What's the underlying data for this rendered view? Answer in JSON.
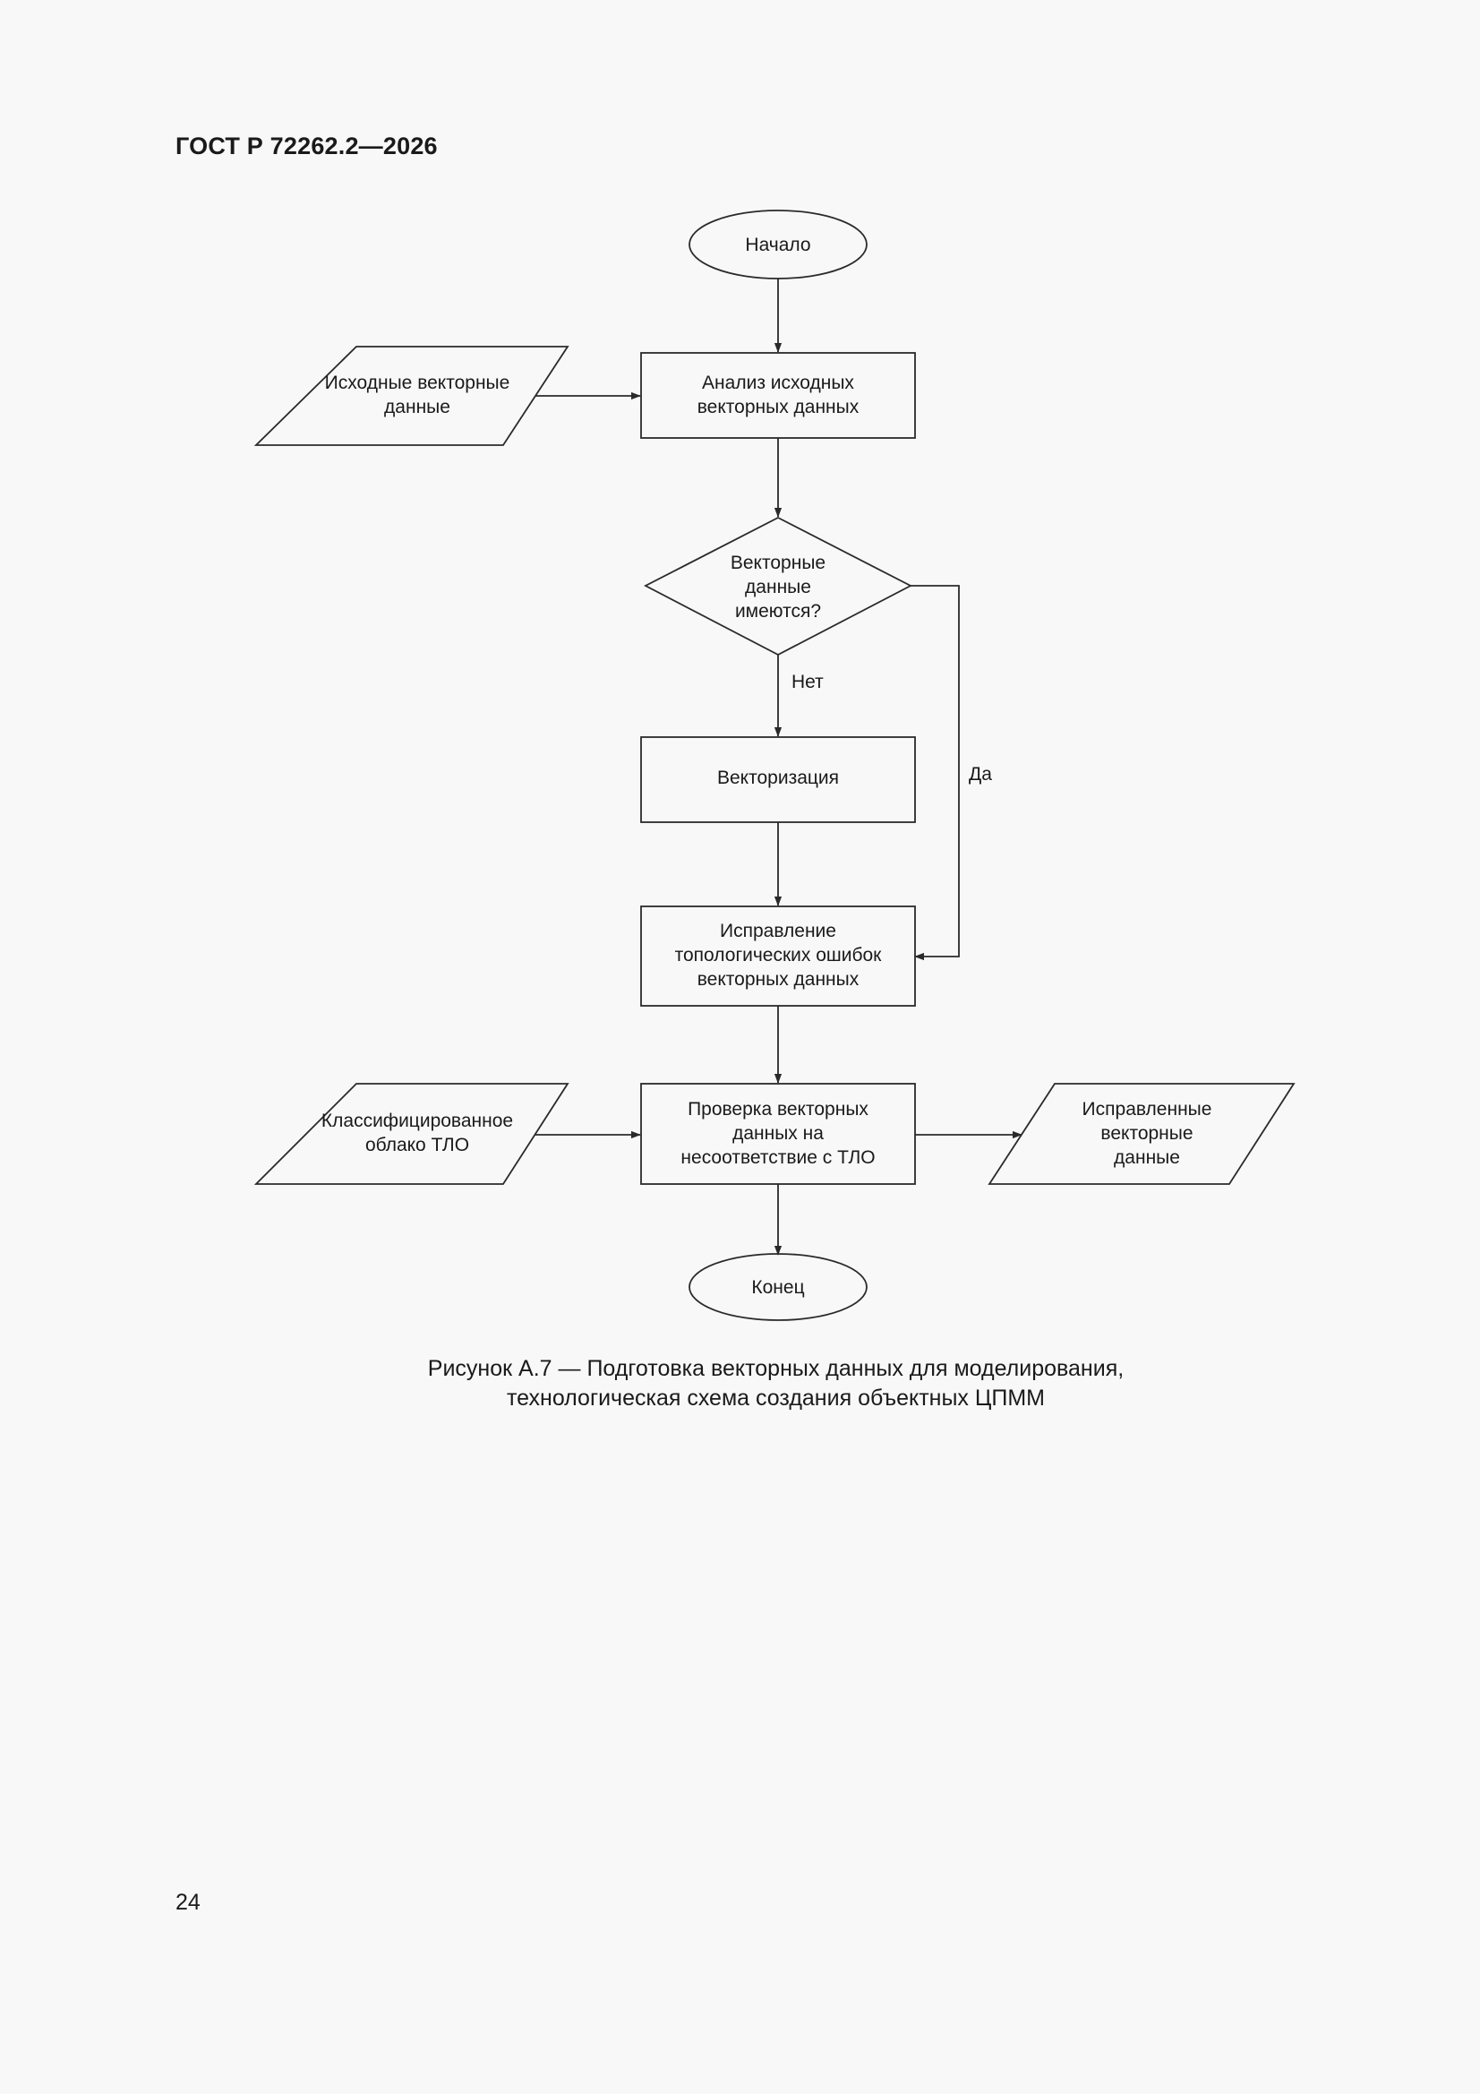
{
  "document": {
    "header": "ГОСТ Р 72262.2—2026",
    "page_number": "24",
    "caption_line1": "Рисунок А.7 — Подготовка векторных данных для моделирования,",
    "caption_line2": "технологическая схема создания объектных ЦПММ"
  },
  "flowchart": {
    "start": "Начало",
    "input_vector": [
      "Исходные векторные",
      "данные"
    ],
    "analysis": [
      "Анализ исходных",
      "векторных данных"
    ],
    "decision": [
      "Векторные",
      "данные",
      "имеются?"
    ],
    "label_no": "Нет",
    "label_yes": "Да",
    "vectorization": "Векторизация",
    "topology_fix": [
      "Исправление",
      "топологических ошибок",
      "векторных данных"
    ],
    "input_cloud": [
      "Классифицированное",
      "облако ТЛО"
    ],
    "check": [
      "Проверка векторных",
      "данных на",
      "несоответствие с ТЛО"
    ],
    "output": [
      "Исправленные",
      "векторные",
      "данные"
    ],
    "end": "Конец"
  }
}
